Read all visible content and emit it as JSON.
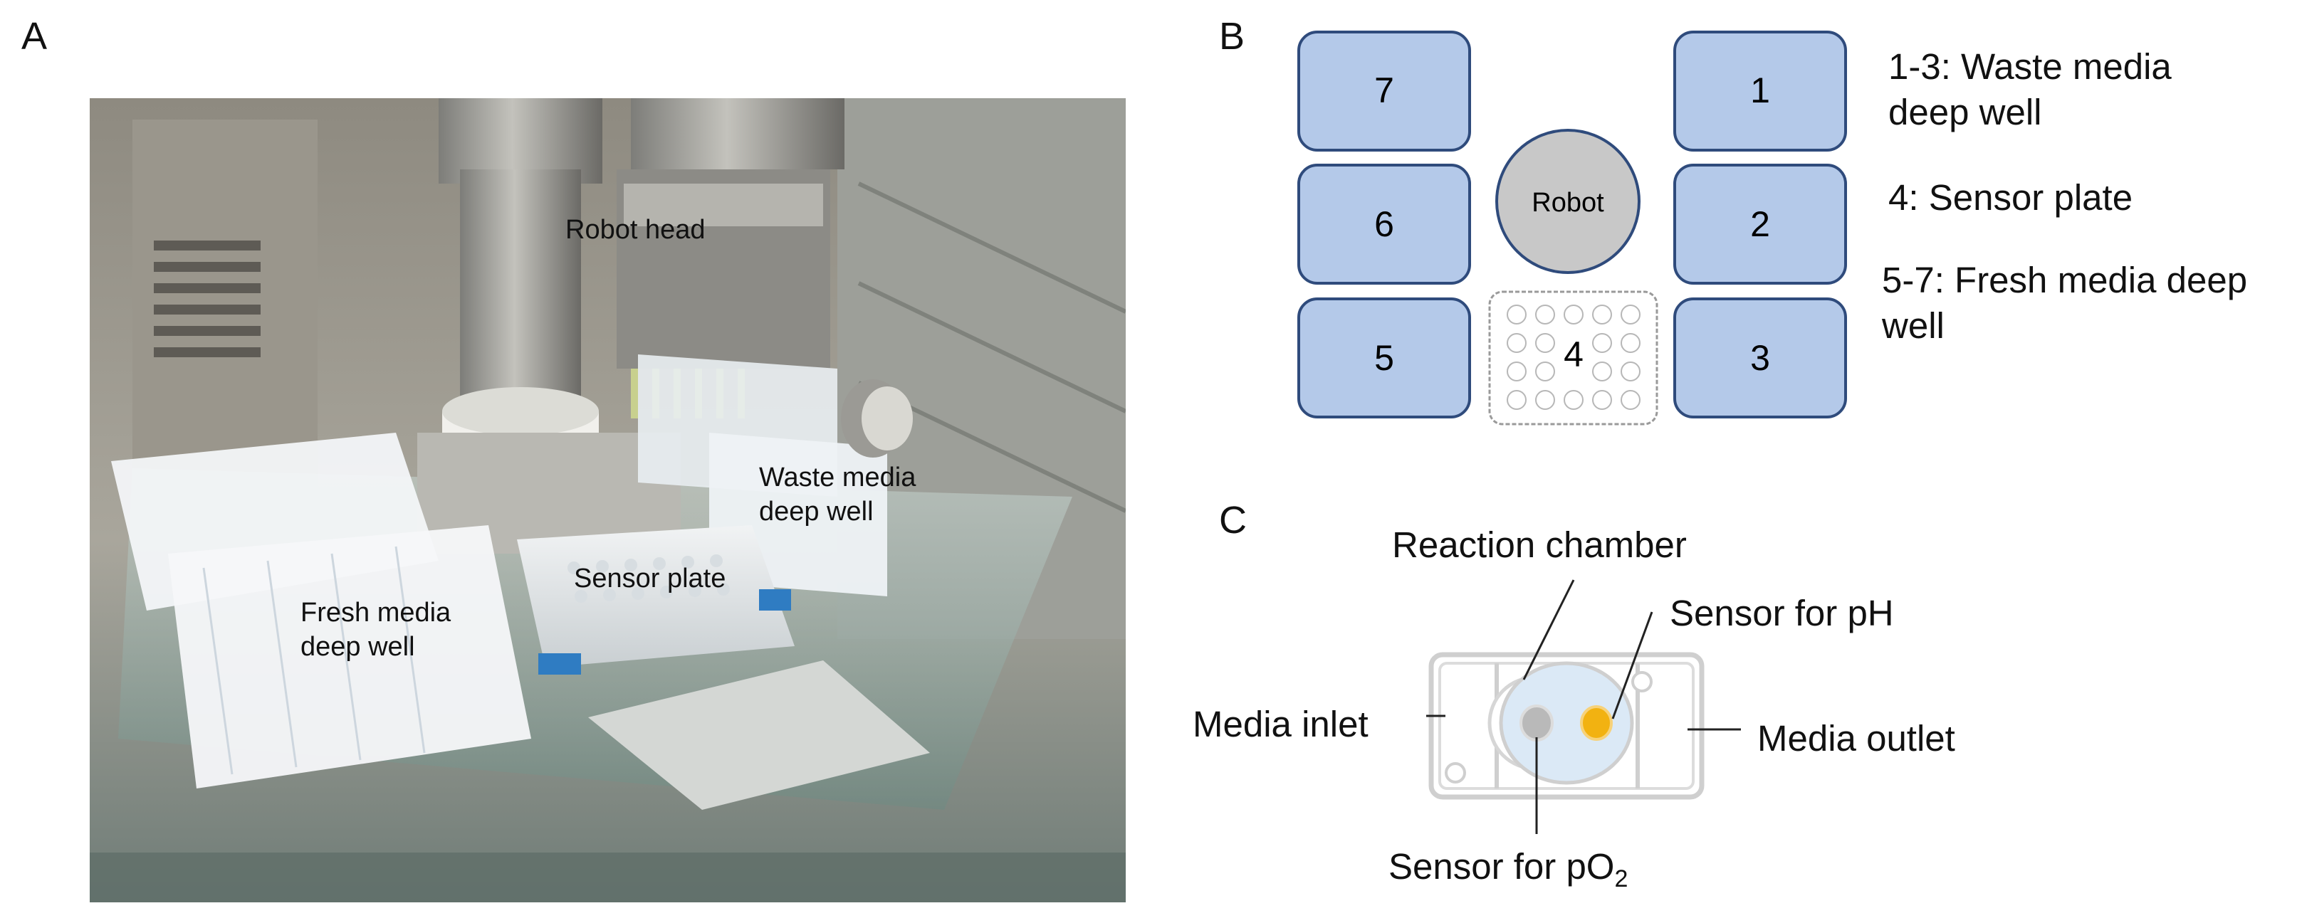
{
  "panels": {
    "a": {
      "letter": "A"
    },
    "b": {
      "letter": "B"
    },
    "c": {
      "letter": "C"
    }
  },
  "photo": {
    "labels": {
      "robot_head": "Robot head",
      "waste_media": "Waste media\ndeep well",
      "sensor_plate": "Sensor plate",
      "fresh_media": "Fresh media\ndeep well"
    }
  },
  "layout_diagram": {
    "positions": [
      {
        "id": "7",
        "label": "7"
      },
      {
        "id": "6",
        "label": "6"
      },
      {
        "id": "5",
        "label": "5"
      },
      {
        "id": "1",
        "label": "1"
      },
      {
        "id": "2",
        "label": "2"
      },
      {
        "id": "3",
        "label": "3"
      },
      {
        "id": "4",
        "label": "4"
      }
    ],
    "robot_label": "Robot",
    "legend": [
      "1-3: Waste media\ndeep well",
      "4: Sensor plate",
      "5-7: Fresh media deep\nwell"
    ],
    "colors": {
      "well_fill": "#b4c9e9",
      "well_stroke": "#2f4b7c",
      "robot_fill": "#c8c8c8"
    }
  },
  "sensor_diagram": {
    "reaction_chamber": "Reaction chamber",
    "sensor_ph": "Sensor for pH",
    "media_inlet": "Media inlet",
    "media_outlet": "Media outlet",
    "sensor_po2_prefix": "Sensor for pO",
    "sensor_po2_subscript": "2",
    "colors": {
      "ph_dot": "#f2b211",
      "chamber": "#dbe9f6",
      "outline": "#cfcfcf"
    }
  }
}
